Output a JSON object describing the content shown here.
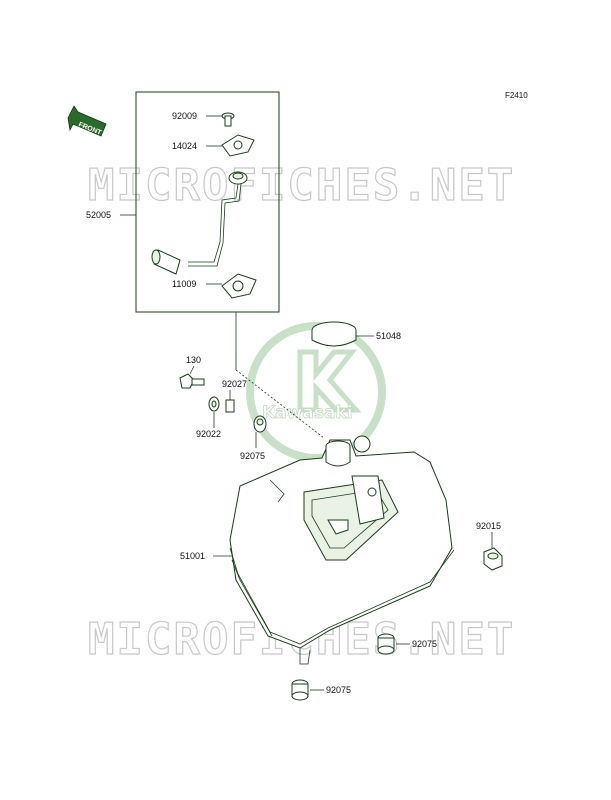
{
  "diagram": {
    "code": "F2410",
    "front_label": "FRONT",
    "watermark_top": "MICROFICHES.NET",
    "watermark_bottom": "MICROFICHES.NET",
    "brand_watermark": "Kawasaki",
    "colors": {
      "line": "#1a3d1a",
      "watermark": "#c8c8c8",
      "brand_green": "#3a8a3a"
    },
    "callouts": {
      "p92009": "92009",
      "p14024": "14024",
      "p52005": "52005",
      "p11009": "11009",
      "p51048": "51048",
      "p130": "130",
      "p92027": "92027",
      "p92022": "92022",
      "p92075a": "92075",
      "p92015": "92015",
      "p51001": "51001",
      "p92075b": "92075",
      "p92075c": "92075"
    }
  }
}
